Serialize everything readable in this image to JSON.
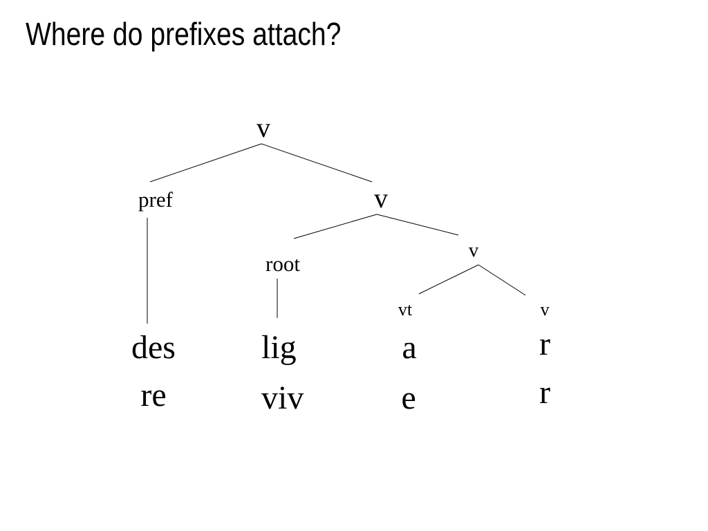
{
  "slide": {
    "title": "Where do prefixes attach?"
  },
  "tree": {
    "root_label": "v",
    "pref_label": "pref",
    "v_inner_label": "v",
    "root_node_label": "root",
    "v_lower_label": "v",
    "vt_label": "vt",
    "v_suffix_label": "v"
  },
  "words": {
    "pref_row1": "des",
    "pref_row2": "re",
    "root_row1": "lig",
    "root_row2": "viv",
    "vt_row1": "a",
    "vt_row2": "e",
    "v_row1": "r",
    "v_row2": "r"
  }
}
